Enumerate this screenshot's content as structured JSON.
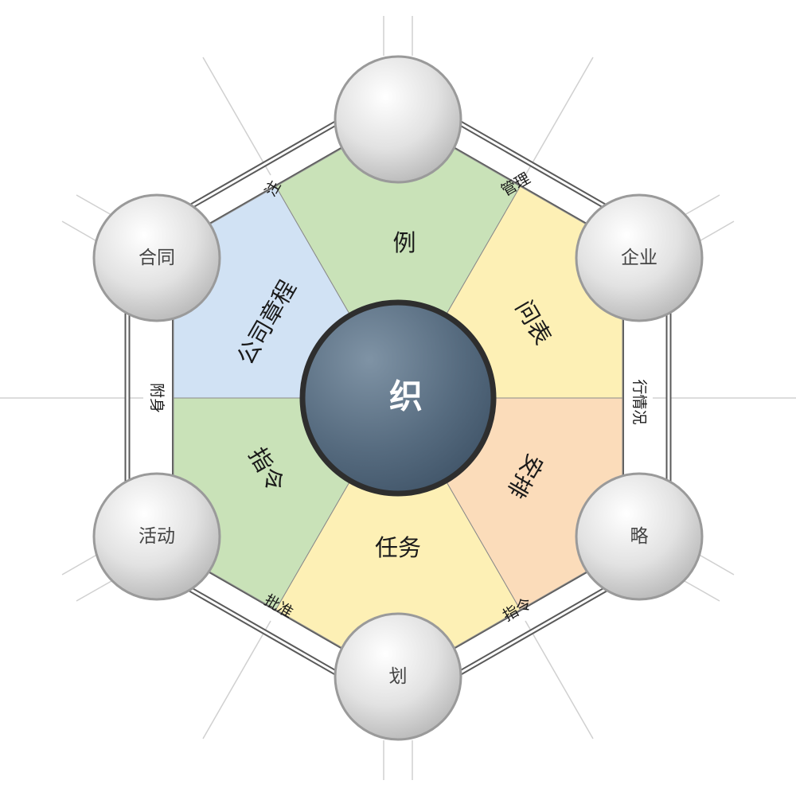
{
  "center": {
    "label": "织",
    "color": "#4f6478"
  },
  "segments": [
    {
      "label": "例",
      "color": "#c9e2b8"
    },
    {
      "label": "问表",
      "color": "#fdf0b5"
    },
    {
      "label": "安排",
      "color": "#fbdcba"
    },
    {
      "label": "任务",
      "color": "#fdf0b5"
    },
    {
      "label": "指令",
      "color": "#c9e2b8"
    },
    {
      "label": "公司章程",
      "color": "#d1e2f4"
    }
  ],
  "nodes": [
    {
      "label": ""
    },
    {
      "label": "企业"
    },
    {
      "label": "略"
    },
    {
      "label": "划"
    },
    {
      "label": "活动"
    },
    {
      "label": "合同"
    }
  ],
  "edges": [
    {
      "label": "管理"
    },
    {
      "label": "行情况"
    },
    {
      "label": "指令"
    },
    {
      "label": "批准"
    },
    {
      "label": "附身"
    },
    {
      "label": "注"
    }
  ]
}
